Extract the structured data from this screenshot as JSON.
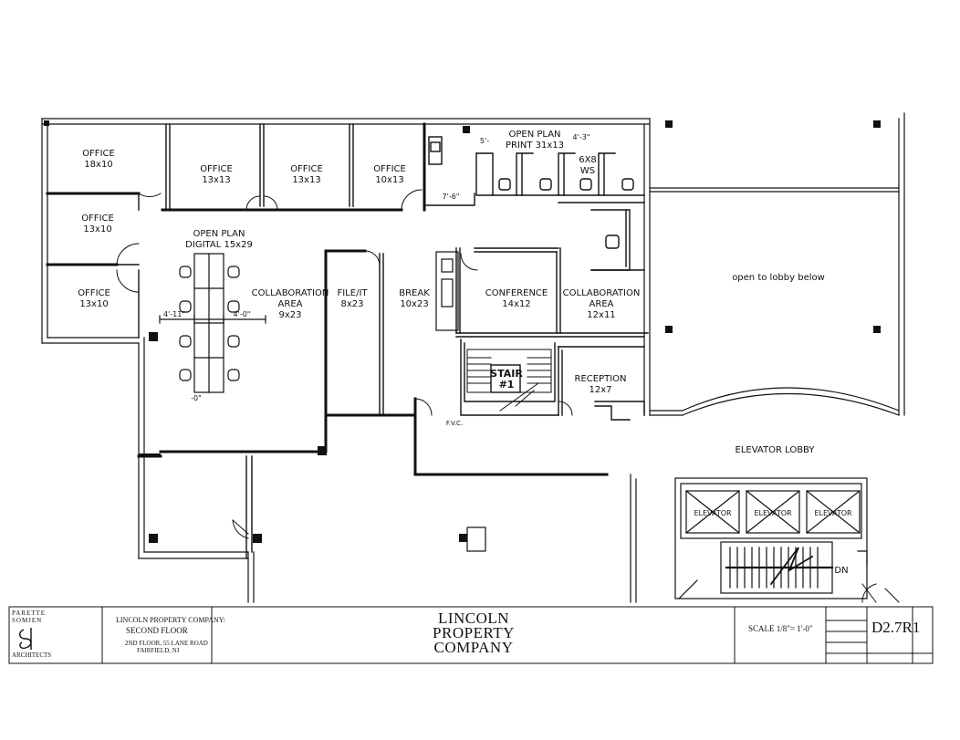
{
  "rooms": {
    "office_a": {
      "name": "OFFICE",
      "size": "18x10"
    },
    "office_b": {
      "name": "OFFICE",
      "size": "13x13"
    },
    "office_c": {
      "name": "OFFICE",
      "size": "13x13"
    },
    "office_d": {
      "name": "OFFICE",
      "size": "10x13"
    },
    "office_e": {
      "name": "OFFICE",
      "size": "13x10"
    },
    "office_f": {
      "name": "OFFICE",
      "size": "13x10"
    },
    "open_digital": {
      "line1": "OPEN PLAN",
      "line2": "DIGITAL 15x29"
    },
    "collab_1": {
      "line1": "COLLABORATION",
      "line2": "AREA",
      "size": "9x23"
    },
    "file_it": {
      "name": "FILE/IT",
      "size": "8x23"
    },
    "break": {
      "name": "BREAK",
      "size": "10x23"
    },
    "conference": {
      "name": "CONFERENCE",
      "size": "14x12"
    },
    "collab_2": {
      "line1": "COLLABORATION",
      "line2": "AREA",
      "size": "12x11"
    },
    "open_print": {
      "line1": "OPEN PLAN",
      "line2": "PRINT 31x13"
    },
    "ws": {
      "line1": "6X8",
      "line2": "WS"
    },
    "reception": {
      "name": "RECEPTION",
      "size": "12x7"
    },
    "stair": {
      "line1": "STAIR",
      "line2": "#1"
    },
    "lobby_below": "open to lobby below",
    "elevator_lobby": "ELEVATOR LOBBY",
    "elevator": "ELEVATOR",
    "dn": "DN",
    "fvc": "F.V.C."
  },
  "dimensions": {
    "d1": "4'-11\"",
    "d2": "4'-0\"",
    "d3": "7'-6\"",
    "d4": "5'-",
    "d5": "4'-3\"",
    "d6": "-0\""
  },
  "title_block": {
    "firm_line1": "PARETTE",
    "firm_line2": "SOMJEN",
    "firm_line3": "ARCHITECTS",
    "client": "LINCOLN PROPERTY COMPANY:",
    "sheet_title": "SECOND FLOOR",
    "address_line1": "2ND FLOOR, 55 LANE ROAD",
    "address_line2": "FAIRFIELD, NJ",
    "logo_line1": "LINCOLN",
    "logo_line2": "PROPERTY",
    "logo_line3": "COMPANY",
    "scale": "SCALE 1/8\"= 1'-0\"",
    "sheet_no": "D2.7R1"
  }
}
